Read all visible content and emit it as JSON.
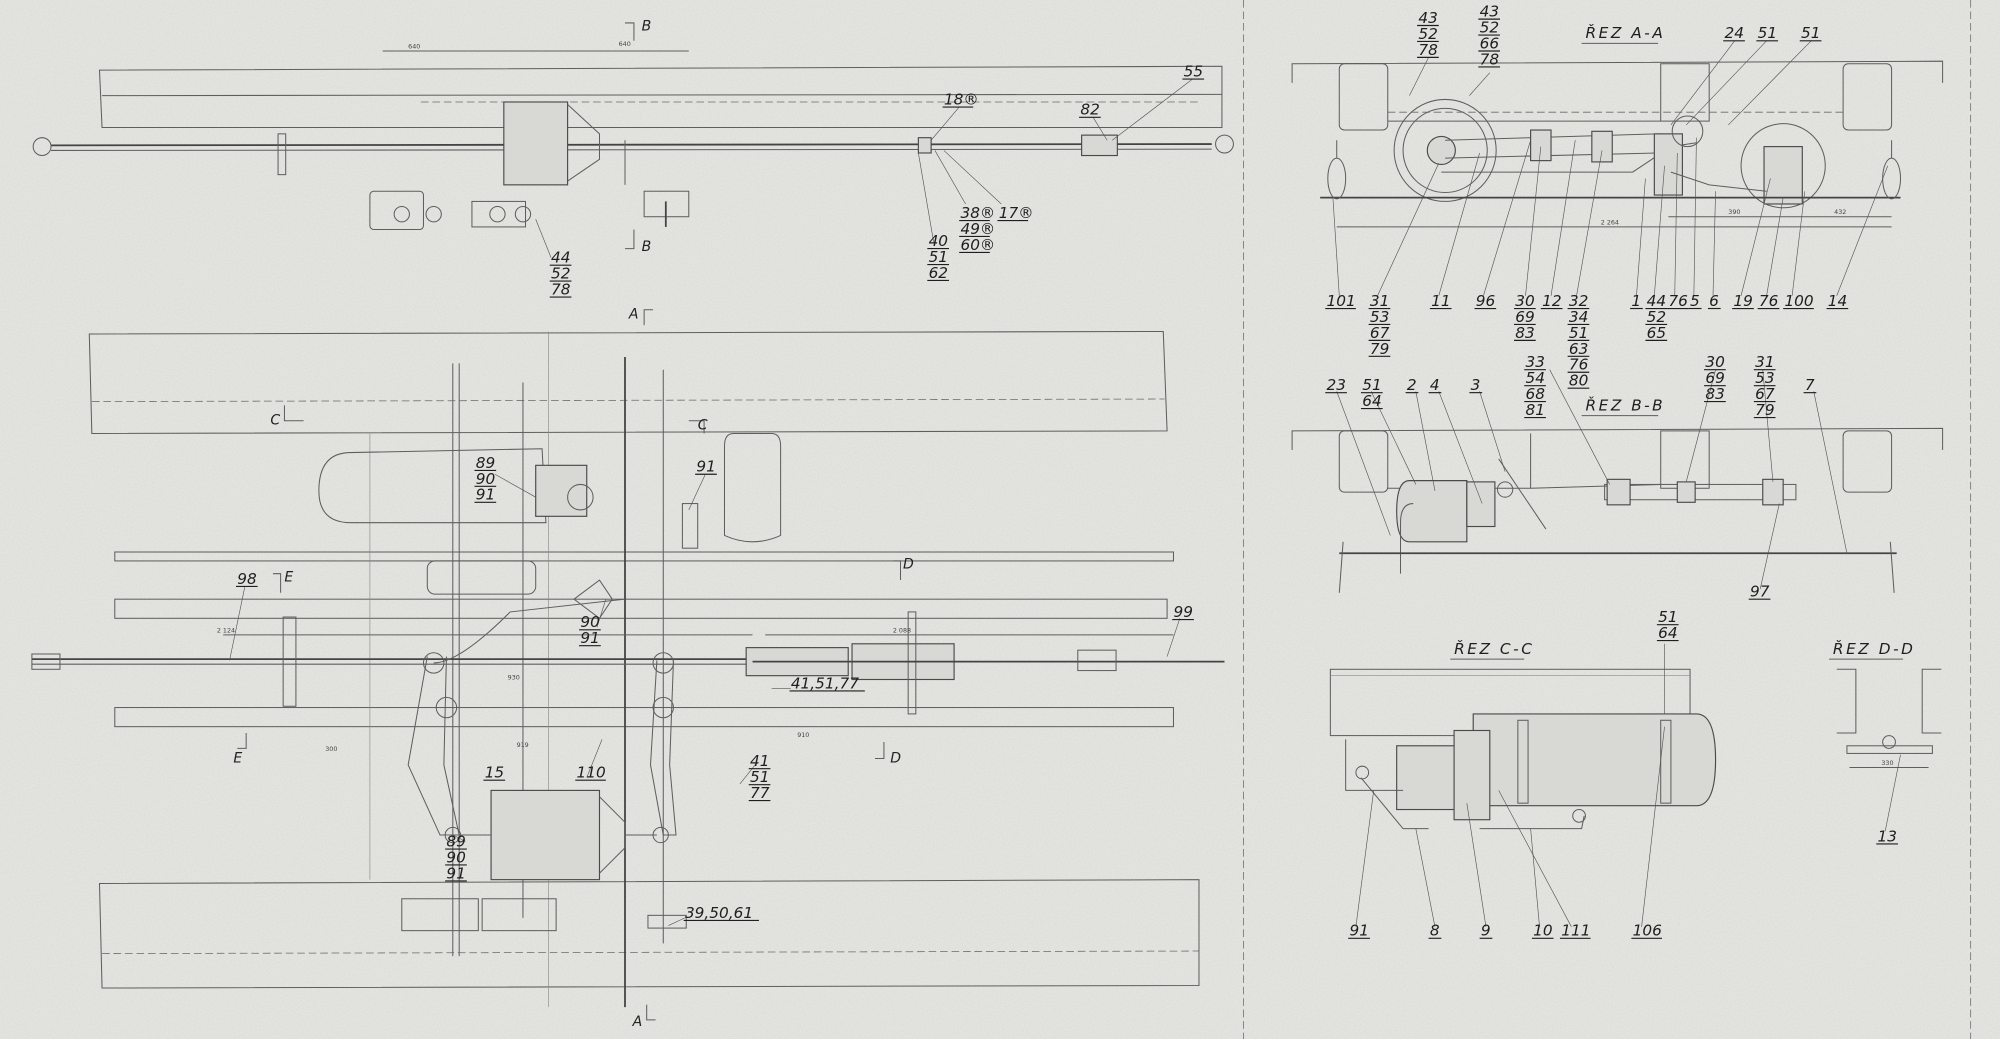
{
  "top_view": {
    "section_marks": {
      "b_top": "B",
      "b_bottom": "B"
    },
    "dimensions": {
      "left": "640",
      "right": "640"
    },
    "callouts": {
      "c44": [
        "44",
        "52",
        "78"
      ],
      "c18": [
        "18®"
      ],
      "c38": [
        "38®",
        "49®",
        "60®"
      ],
      "c17": [
        "17®"
      ],
      "c40": [
        "40",
        "51",
        "62"
      ],
      "c82": [
        "82"
      ],
      "c55": [
        "55"
      ]
    }
  },
  "plan_view": {
    "section_marks": {
      "a_top": "A",
      "a_bottom": "A",
      "c_left": "C",
      "c_right": "C",
      "d_top": "D",
      "d_bottom": "D",
      "e_top": "E",
      "e_bottom": "E"
    },
    "dimensions": {
      "rod_left": "2 124",
      "rod_right": "2 088",
      "d910": "910",
      "d919": "919",
      "d930": "930",
      "d300": "300"
    },
    "callouts": {
      "c89a": [
        "89",
        "90",
        "91"
      ],
      "c91": [
        "91"
      ],
      "c98": [
        "98"
      ],
      "c90": [
        "90",
        "91"
      ],
      "c99": [
        "99"
      ],
      "c41a": [
        "41,51,77"
      ],
      "c15": [
        "15"
      ],
      "c110": [
        "110"
      ],
      "c41b": [
        "41",
        "51",
        "77"
      ],
      "c89b": [
        "89",
        "90",
        "91"
      ],
      "c39": [
        "39,50,61"
      ]
    }
  },
  "section_aa": {
    "title": "ŘEZ A-A",
    "dimensions": {
      "total": "2 264",
      "d390": "390",
      "d432": "432"
    },
    "callouts": {
      "t43a": [
        "43",
        "52",
        "78"
      ],
      "t43b": [
        "43",
        "52",
        "66",
        "78"
      ],
      "t24": [
        "24"
      ],
      "t51a": [
        "51"
      ],
      "t51b": [
        "51"
      ],
      "b101": [
        "101"
      ],
      "b31": [
        "31",
        "53",
        "67",
        "79"
      ],
      "b11": [
        "11"
      ],
      "b96": [
        "96"
      ],
      "b30": [
        "30",
        "69",
        "83"
      ],
      "b12": [
        "12"
      ],
      "b32": [
        "32",
        "34",
        "51",
        "63",
        "76",
        "80"
      ],
      "b1": [
        "1"
      ],
      "b44": [
        "44",
        "52",
        "65"
      ],
      "b76a": [
        "76"
      ],
      "b5": [
        "5"
      ],
      "b6": [
        "6"
      ],
      "b19": [
        "19"
      ],
      "b76b": [
        "76"
      ],
      "b100": [
        "100"
      ],
      "b14": [
        "14"
      ]
    }
  },
  "section_bb": {
    "title": "ŘEZ B-B",
    "callouts": {
      "c23": [
        "23"
      ],
      "c51": [
        "51",
        "64"
      ],
      "c2": [
        "2"
      ],
      "c4": [
        "4"
      ],
      "c3": [
        "3"
      ],
      "c33": [
        "33",
        "54",
        "68",
        "81"
      ],
      "c30": [
        "30",
        "69",
        "83"
      ],
      "c31": [
        "31",
        "53",
        "67",
        "79"
      ],
      "c7": [
        "7"
      ],
      "c97": [
        "97"
      ]
    }
  },
  "section_cc": {
    "title": "ŘEZ C-C",
    "callouts": {
      "c51": [
        "51",
        "64"
      ],
      "c91": [
        "91"
      ],
      "c8": [
        "8"
      ],
      "c9": [
        "9"
      ],
      "c10": [
        "10"
      ],
      "c111": [
        "111"
      ],
      "c106": [
        "106"
      ]
    }
  },
  "section_dd": {
    "title": "ŘEZ D-D",
    "dimensions": {
      "width": "330"
    },
    "callouts": {
      "c13": [
        "13"
      ]
    }
  }
}
